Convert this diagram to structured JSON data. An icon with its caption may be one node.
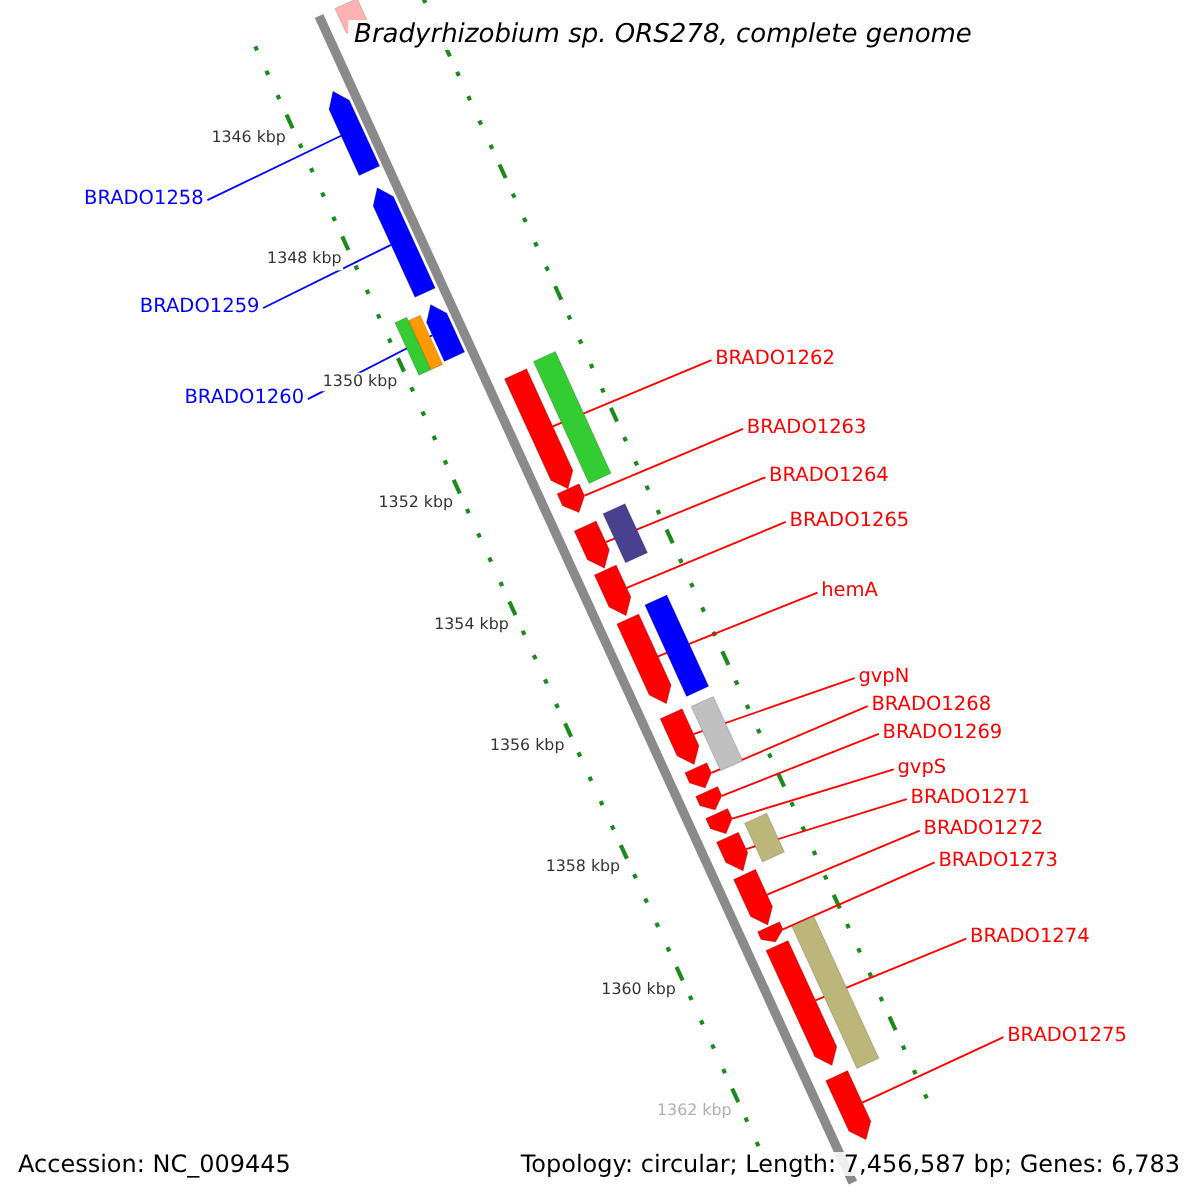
{
  "diagram": {
    "title": "Bradyrhizobium sp. ORS278, complete genome",
    "nodes": [
      {
        "text": [
          "BRADO1258"
        ]
      },
      {
        "text": [
          "BRADO1259"
        ]
      },
      {
        "text": [
          "BRADO1260"
        ]
      },
      {
        "text": [
          "BRADO1262"
        ]
      },
      {
        "text": [
          "BRADO1263"
        ]
      },
      {
        "text": [
          "BRADO1264"
        ]
      },
      {
        "text": [
          "BRADO1265"
        ]
      },
      {
        "text": [
          "hemA"
        ]
      },
      {
        "text": [
          "gvpN"
        ]
      },
      {
        "text": [
          "BRADO1268"
        ]
      },
      {
        "text": [
          "BRADO1269"
        ]
      },
      {
        "text": [
          "gvpS"
        ]
      },
      {
        "text": [
          "BRADO1271"
        ]
      },
      {
        "text": [
          "BRADO1272"
        ]
      },
      {
        "text": [
          "BRADO1273"
        ]
      },
      {
        "text": [
          "BRADO1274"
        ]
      },
      {
        "text": [
          "BRADO1275"
        ]
      },
      {
        "text": [],
        "shape": "pentagon"
      },
      {
        "text": [],
        "shape": "pentagon"
      },
      {
        "text": [],
        "shape": "pentagon"
      },
      {
        "text": [],
        "shape": "pentagon"
      },
      {
        "text": [],
        "shape": "pentagon"
      },
      {
        "text": [],
        "shape": "pentagon"
      },
      {
        "text": [],
        "shape": "pentagon"
      },
      {
        "text": [],
        "shape": "pentagon"
      },
      {
        "text": [],
        "shape": "pentagon"
      },
      {
        "text": [],
        "shape": "pentagon"
      },
      {
        "text": [],
        "shape": "pentagon"
      },
      {
        "text": [],
        "shape": "pentagon"
      },
      {
        "text": [],
        "shape": "pentagon"
      },
      {
        "text": [],
        "shape": "pentagon"
      },
      {
        "text": [],
        "shape": "pentagon"
      },
      {
        "text": [],
        "shape": "pentagon"
      },
      {
        "text": [],
        "shape": "pentagon"
      },
      {
        "text": [],
        "shape": "pentagon"
      },
      {
        "text": [],
        "shape": "box"
      },
      {
        "text": [],
        "shape": "box"
      },
      {
        "text": [],
        "shape": "box"
      },
      {
        "text": [],
        "shape": "box"
      },
      {
        "text": [],
        "shape": "box"
      },
      {
        "text": [],
        "shape": "box"
      },
      {
        "text": [],
        "shape": "box"
      },
      {
        "text": [],
        "shape": "box"
      }
    ],
    "edges": [
      {
        "from": 0,
        "to": 17,
        "arrow": "none",
        "color": "#0000ff"
      },
      {
        "from": 1,
        "to": 18,
        "arrow": "none",
        "color": "#0000ff"
      },
      {
        "from": 2,
        "to": 19,
        "arrow": "none",
        "color": "#0000ff"
      },
      {
        "from": 3,
        "to": 20,
        "arrow": "none"
      },
      {
        "from": 4,
        "to": 21,
        "arrow": "none"
      },
      {
        "from": 5,
        "to": 22,
        "arrow": "none"
      },
      {
        "from": 6,
        "to": 23,
        "arrow": "none"
      },
      {
        "from": 7,
        "to": 24,
        "arrow": "none"
      },
      {
        "from": 8,
        "to": 25,
        "arrow": "none"
      },
      {
        "from": 9,
        "to": 26,
        "arrow": "none"
      },
      {
        "from": 10,
        "to": 27,
        "arrow": "none"
      },
      {
        "from": 11,
        "to": 28,
        "arrow": "none"
      },
      {
        "from": 12,
        "to": 29,
        "arrow": "none"
      },
      {
        "from": 13,
        "to": 30,
        "arrow": "none"
      },
      {
        "from": 14,
        "to": 31,
        "arrow": "none"
      },
      {
        "from": 15,
        "to": 32,
        "arrow": "none"
      },
      {
        "from": 16,
        "to": 33,
        "arrow": "none"
      }
    ],
    "labels": [
      "1346 kbp",
      "1348 kbp",
      "1350 kbp",
      "1352 kbp",
      "1354 kbp",
      "1356 kbp",
      "1358 kbp",
      "1360 kbp",
      "1362 kbp",
      "Accession: NC_009445",
      "Topology: circular; Length: 7,456,587 bp; Genes: 6,783"
    ]
  }
}
